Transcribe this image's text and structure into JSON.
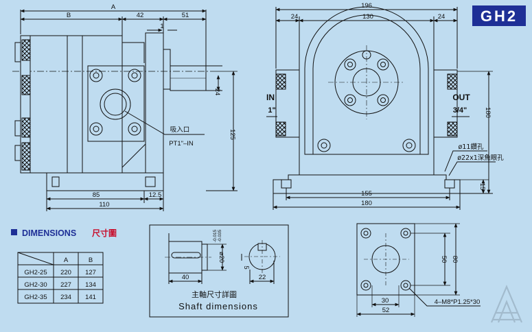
{
  "model_badge": "GH2",
  "side_view": {
    "dim_A": "A",
    "dim_B": "B",
    "dim_42": "42",
    "dim_51": "51",
    "dim_1": "1",
    "dim_24": "24",
    "dim_125": "125",
    "dim_85": "85",
    "dim_12_5": "12.5",
    "dim_110": "110",
    "inlet_cn": "吸入口",
    "inlet_port": "PT1\"–IN"
  },
  "front_view": {
    "dim_196": "196",
    "dim_24_left": "24",
    "dim_130": "130",
    "dim_24_right": "24",
    "dim_180_vertical": "180",
    "dim_15": "15",
    "dim_155": "155",
    "dim_180_bottom": "180",
    "in_label": "IN",
    "in_size": "1\"",
    "out_label": "OUT",
    "out_size": "3/4\"",
    "hole_1": "ø11鑽孔",
    "hole_2": "ø22x1深魚眼孔"
  },
  "dimensions_title": "DIMENSIONS",
  "dimensions_title_cn": "尺寸圖",
  "dimensions_table": {
    "headers": [
      "",
      "A",
      "B"
    ],
    "rows": [
      [
        "GH2-25",
        "220",
        "127"
      ],
      [
        "GH2-30",
        "227",
        "134"
      ],
      [
        "GH2-35",
        "234",
        "141"
      ]
    ]
  },
  "shaft": {
    "dim_0_015": "-0.015",
    "dim_0_035": "-0.035",
    "dim_phi20": "ø20",
    "dim_5": "5",
    "dim_40": "40",
    "dim_22": "22",
    "caption_cn": "主軸尺寸詳圖",
    "caption_en": "Shaft dimensions"
  },
  "flange": {
    "dim_50": "50",
    "dim_80": "80",
    "dim_30": "30",
    "dim_52": "52",
    "bolt_spec": "4–M8*P1.25*30"
  },
  "colors": {
    "background": "#bfdcf0",
    "line": "#111111",
    "badge_bg": "#1e2f96",
    "badge_text": "#ffffff",
    "bullet": "#1e2f96",
    "title_text": "#1e2f96",
    "title_cn": "#c8102e"
  }
}
